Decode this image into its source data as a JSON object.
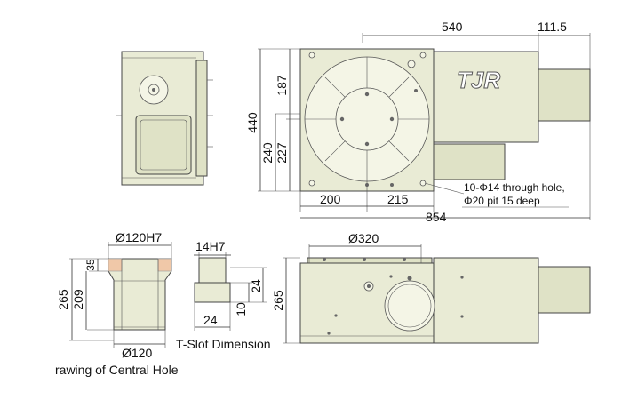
{
  "brand": {
    "logo_text": "TJR"
  },
  "top_view": {
    "dims": {
      "width_table": "540",
      "motor_ext": "111.5",
      "height_total": "440",
      "upper": "187",
      "lower_a": "227",
      "lower_b": "240",
      "left_span": "200",
      "right_span": "215",
      "total_length": "854"
    },
    "note_line1": "10-Φ14 through hole,",
    "note_line2": "Φ20 pit 15 deep"
  },
  "central_hole": {
    "dims": {
      "top_dia": "Ø120H7",
      "bottom_dia": "Ø120",
      "depth_a": "35",
      "depth_b": "209",
      "depth_total": "265"
    },
    "caption": "rawing of Central Hole"
  },
  "t_slot": {
    "dims": {
      "width_top": "14H7",
      "height_a": "24",
      "height_b": "10",
      "width_bottom": "24"
    },
    "caption": "T-Slot Dimension"
  },
  "front_view": {
    "dims": {
      "table_dia": "Ø320",
      "height": "265"
    }
  }
}
